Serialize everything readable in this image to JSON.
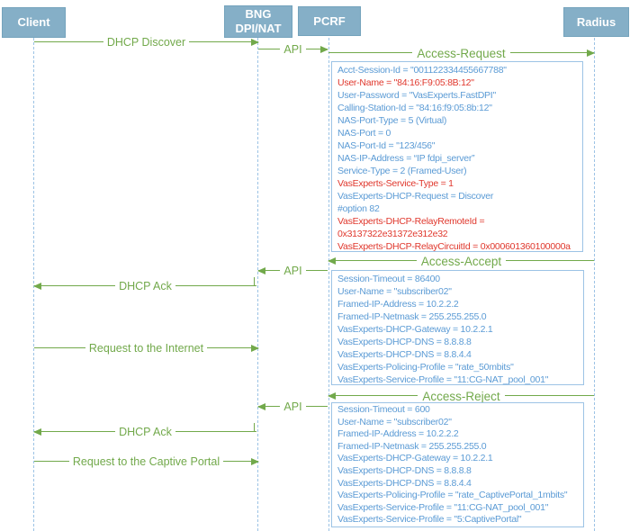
{
  "actors": {
    "client": "Client",
    "bng_line1": "BNG",
    "bng_line2": "DPI/NAT",
    "pcrf": "PCRF",
    "radius": "Radius"
  },
  "messages": {
    "dhcp_discover": "DHCP Discover",
    "api": "API",
    "access_request": "Access-Request",
    "access_accept": "Access-Accept",
    "access_reject": "Access-Reject",
    "dhcp_ack": "DHCP Ack",
    "request_internet": "Request to the Internet",
    "request_captive_portal": "Request to the Captive Portal"
  },
  "attribute_boxes": {
    "access_request": {
      "rows": [
        {
          "text": "Acct-Session-Id = \"001122334455667788\"",
          "color": "blue"
        },
        {
          "text": "User-Name = \"84:16:F9:05:8B:12\"",
          "color": "red"
        },
        {
          "text": "User-Password = \"VasExperts.FastDPI\"",
          "color": "blue"
        },
        {
          "text": "Calling-Station-Id = \"84:16:f9:05:8b:12\"",
          "color": "blue"
        },
        {
          "text": "NAS-Port-Type = 5 (Virtual)",
          "color": "blue"
        },
        {
          "text": "NAS-Port = 0",
          "color": "blue"
        },
        {
          "text": "NAS-Port-Id = \"123/456\"",
          "color": "blue"
        },
        {
          "text": "NAS-IP-Address = “IP fdpi_server”",
          "color": "blue"
        },
        {
          "text": "Service-Type = 2 (Framed-User)",
          "color": "blue"
        },
        {
          "text": "VasExperts-Service-Type = 1",
          "color": "red"
        },
        {
          "text": "VasExperts-DHCP-Request = Discover",
          "color": "blue"
        },
        {
          "text": "#option 82",
          "color": "blue"
        },
        {
          "text": "VasExperts-DHCP-RelayRemoteId =",
          "color": "red"
        },
        {
          "text": "0x3137322e31372e312e32",
          "color": "red"
        },
        {
          "text": "VasExperts-DHCP-RelayCircuitId = 0x000601360100000a",
          "color": "red"
        }
      ]
    },
    "access_accept": {
      "rows": [
        {
          "text": "Session-Timeout = 86400",
          "color": "blue"
        },
        {
          "text": "User-Name = \"subscriber02\"",
          "color": "blue"
        },
        {
          "text": "Framed-IP-Address = 10.2.2.2",
          "color": "blue"
        },
        {
          "text": "Framed-IP-Netmask = 255.255.255.0",
          "color": "blue"
        },
        {
          "text": "VasExperts-DHCP-Gateway = 10.2.2.1",
          "color": "blue"
        },
        {
          "text": "VasExperts-DHCP-DNS = 8.8.8.8",
          "color": "blue"
        },
        {
          "text": "VasExperts-DHCP-DNS = 8.8.4.4",
          "color": "blue"
        },
        {
          "text": "VasExperts-Policing-Profile = \"rate_50mbits\"",
          "color": "blue"
        },
        {
          "text": "VasExperts-Service-Profile = \"11:CG-NAT_pool_001\"",
          "color": "blue"
        }
      ]
    },
    "access_reject": {
      "rows": [
        {
          "text": "Session-Timeout = 600",
          "color": "blue"
        },
        {
          "text": "User-Name = \"subscriber02\"",
          "color": "blue"
        },
        {
          "text": "Framed-IP-Address = 10.2.2.2",
          "color": "blue"
        },
        {
          "text": "Framed-IP-Netmask = 255.255.255.0",
          "color": "blue"
        },
        {
          "text": "VasExperts-DHCP-Gateway = 10.2.2.1",
          "color": "blue"
        },
        {
          "text": "VasExperts-DHCP-DNS = 8.8.8.8",
          "color": "blue"
        },
        {
          "text": "VasExperts-DHCP-DNS = 8.8.4.4",
          "color": "blue"
        },
        {
          "text": "VasExperts-Policing-Profile = \"rate_CaptivePortal_1mbits\"",
          "color": "blue"
        },
        {
          "text": "VasExperts-Service-Profile = \"11:CG-NAT_pool_001\"",
          "color": "blue"
        },
        {
          "text": "VasExperts-Service-Profile = \"5:CaptivePortal\"",
          "color": "blue"
        }
      ]
    }
  },
  "colors": {
    "arrow_green": "#72A94B",
    "attribute_blue": "#5B9BD5",
    "highlight_red": "#E0382D",
    "actor_fill": "#85AFC7",
    "actor_border": "#74A3BC",
    "lifeline_blue": "#9CC3E5"
  }
}
